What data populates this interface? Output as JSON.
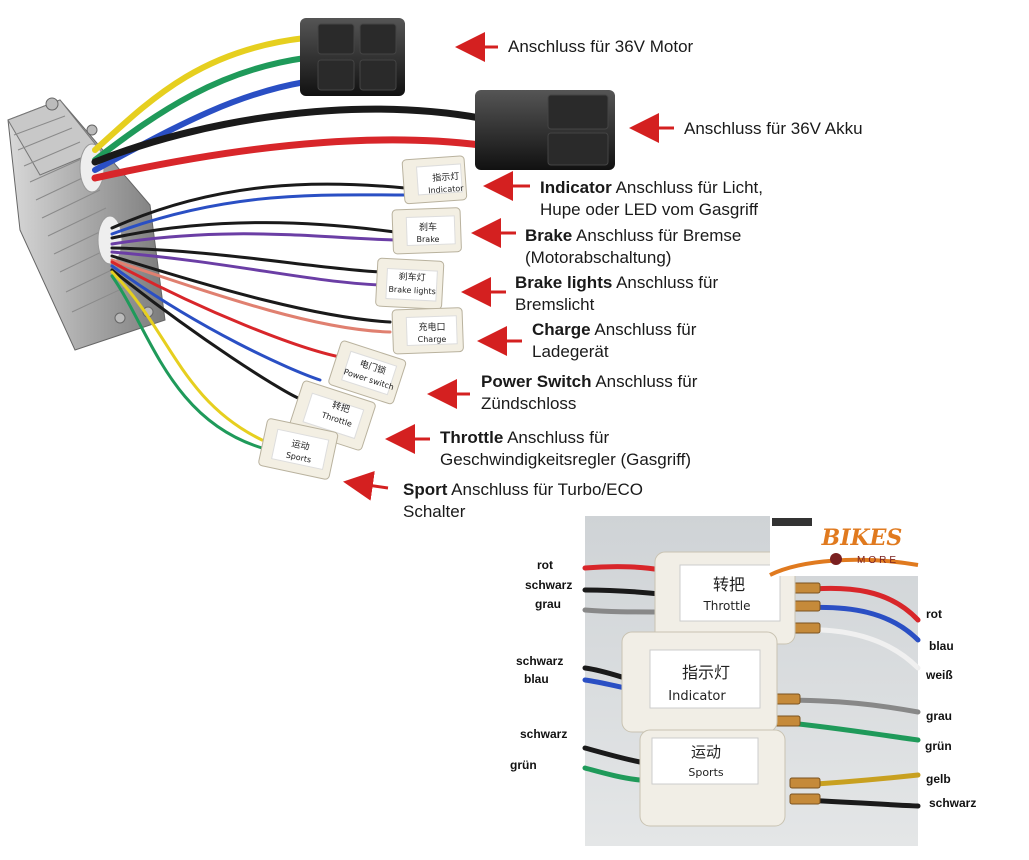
{
  "labels": {
    "motor": "Anschluss für 36V Motor",
    "akku": "Anschluss für 36V Akku",
    "indicator": {
      "title": "Indicator",
      "line1": " Anschluss für Licht,",
      "line2": "Hupe oder LED vom Gasgriff"
    },
    "brake": {
      "title": "Brake",
      "line1": " Anschluss für Bremse",
      "line2": "(Motorabschaltung)"
    },
    "brake_lights": {
      "title": "Brake lights",
      "line1": " Anschluss für",
      "line2": "Bremslicht"
    },
    "charge": {
      "title": "Charge",
      "line1": " Anschluss für",
      "line2": "Ladegerät"
    },
    "power_switch": {
      "title": "Power Switch",
      "line1": " Anschluss für",
      "line2": "Zündschloss"
    },
    "throttle": {
      "title": "Throttle",
      "line1": " Anschluss für",
      "line2": "Geschwindigkeitsregler (Gasgriff)"
    },
    "sport": {
      "title": "Sport",
      "line1": " Anschluss für Turbo/ECO",
      "line2": "Schalter"
    }
  },
  "connector_tags": {
    "indicator": {
      "cn": "指示灯",
      "en": "Indicator"
    },
    "brake": {
      "cn": "刹车",
      "en": "Brake"
    },
    "brake_lights": {
      "cn": "刹车灯",
      "en": "Brake lights"
    },
    "charge": {
      "cn": "充电口",
      "en": "Charge"
    },
    "power_switch": {
      "cn": "电门锁",
      "en": "Power switch"
    },
    "throttle": {
      "cn": "转把",
      "en": "Throttle"
    },
    "sport": {
      "cn": "运动",
      "en": "Sports"
    }
  },
  "detail_photo": {
    "logo": {
      "main": "BIKES",
      "sub": "MORE"
    },
    "throttle_tag": {
      "cn": "转把",
      "en": "Throttle"
    },
    "indicator_tag": {
      "cn": "指示灯",
      "en": "Indicator"
    },
    "sports_tag": {
      "cn": "运动",
      "en": "Sports"
    },
    "left_wires": {
      "rot": "rot",
      "schwarz1": "schwarz",
      "grau": "grau",
      "schwarz2": "schwarz",
      "blau": "blau",
      "schwarz3": "schwarz",
      "gruen": "grün"
    },
    "right_wires": {
      "rot": "rot",
      "blau": "blau",
      "weiss": "weiß",
      "grau": "grau",
      "gruen": "grün",
      "gelb": "gelb",
      "schwarz": "schwarz"
    }
  },
  "colors": {
    "arrow": "#d42020",
    "wire_red": "#d8262a",
    "wire_black": "#1a1a1a",
    "wire_blue": "#2a4fc4",
    "wire_yellow": "#e6cf1f",
    "wire_green": "#1f9a5a"
  }
}
